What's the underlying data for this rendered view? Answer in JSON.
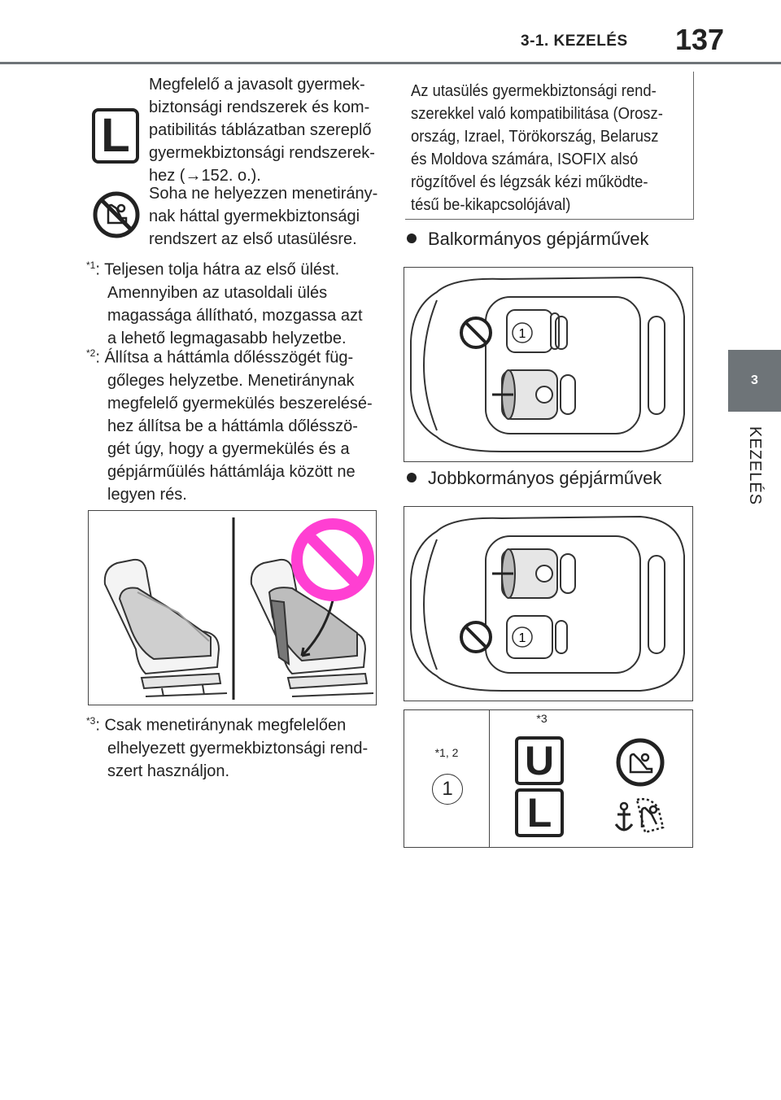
{
  "header": {
    "section": "3-1. KEZELÉS",
    "page_number": "137"
  },
  "side_tab": {
    "number": "3",
    "label": "KEZELÉS"
  },
  "left": {
    "icon_l_letter": "L",
    "item_l_lines": [
      "Megfelelő a javasolt gyermek-",
      "biztonsági rendszerek és kom-",
      "patibilitás táblázatban szereplő",
      "gyermekbiztonsági rendszerek-",
      "hez (→152. o.)."
    ],
    "item_no_lines": [
      "Soha ne helyezzen menetirány-",
      "nak háttal gyermekbiztonsági",
      "rendszert az első utasülésre."
    ],
    "note1_mark": "*1",
    "note1_lines": [
      ": Teljesen tolja hátra az első ülést.",
      "Amennyiben az utasoldali ülés",
      "magassága állítható, mozgassa azt",
      "a lehető legmagasabb helyzetbe."
    ],
    "note2_mark": "*2",
    "note2_lines": [
      ": Állítsa a háttámla dőlésszögét füg-",
      "gőleges helyzetbe. Menetiránynak",
      "megfelelő gyermekülés beszerelésé-",
      "hez állítsa be a háttámla dőlésszö-",
      "gét úgy, hogy a gyermekülés és a",
      "gépjárműülés háttámlája között ne",
      "legyen rés."
    ],
    "note3_mark": "*3",
    "note3_lines": [
      ": Csak menetiránynak megfelelően",
      "elhelyezett gyermekbiztonsági rend-",
      "szert használjon."
    ]
  },
  "right": {
    "box_lines": [
      "Az utasülés gyermekbiztonsági rend-",
      "szerekkel való kompatibilitása (Orosz-",
      "ország, Izrael, Törökország, Belarusz",
      "és Moldova számára, ISOFIX alsó",
      "rögzítővel és légzsák kézi működte-",
      "tésű be-kikapcsolójával)"
    ],
    "lhd_label": "Balkormányos gépjárművek",
    "rhd_label": "Jobbkormányos gépjárművek",
    "seat_number": "1",
    "legend": {
      "col1_note": "*1, 2",
      "col1_number": "1",
      "col2_note": "*3",
      "letter_u": "U",
      "letter_l": "L"
    }
  }
}
